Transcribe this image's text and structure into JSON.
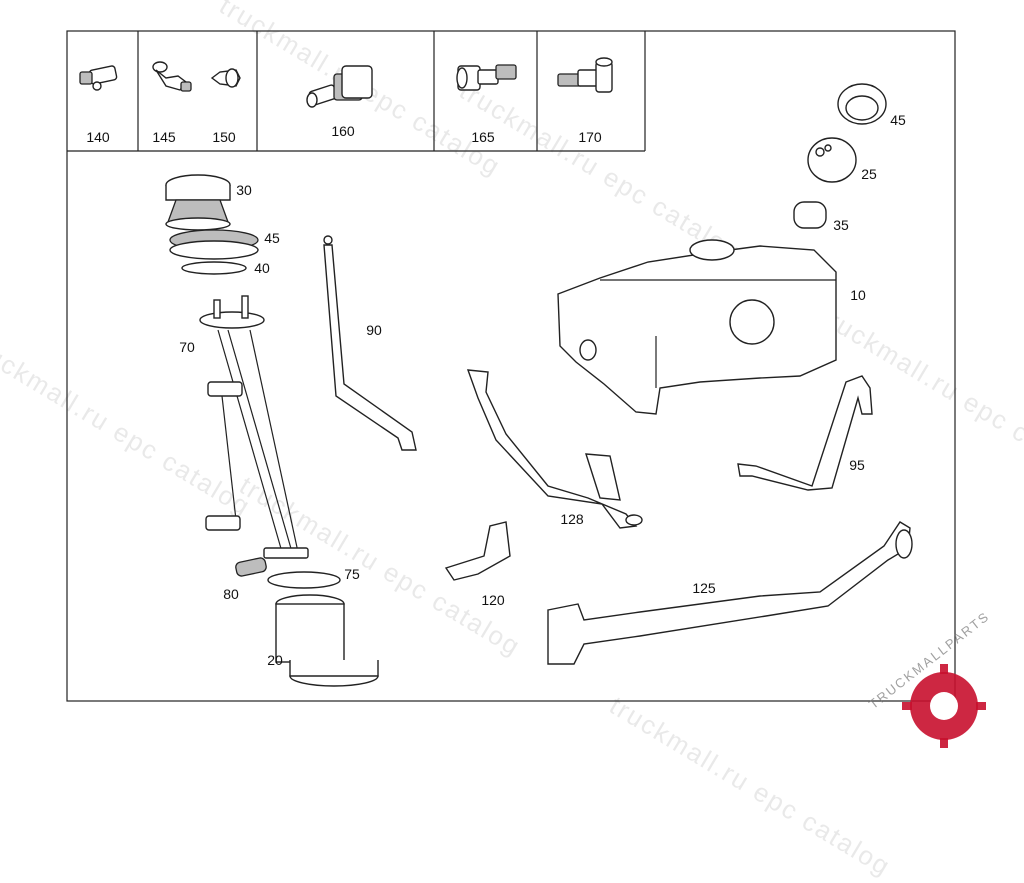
{
  "diagram": {
    "top_row_parts": [
      "140",
      "145",
      "150",
      "160",
      "165",
      "170"
    ],
    "callouts": {
      "p10": "10",
      "p20": "20",
      "p25": "25",
      "p30": "30",
      "p35": "35",
      "p40": "40",
      "p45a": "45",
      "p45b": "45",
      "p70": "70",
      "p75": "75",
      "p80": "80",
      "p90": "90",
      "p95": "95",
      "p120": "120",
      "p125": "125",
      "p128": "128"
    }
  },
  "watermark": {
    "text1": "truckmall.ru epc catalog",
    "brand": "TRUCKMALLPARTS"
  },
  "colors": {
    "line": "#222222",
    "accent": "#c8102e",
    "watermark": "#9a9a9a"
  }
}
